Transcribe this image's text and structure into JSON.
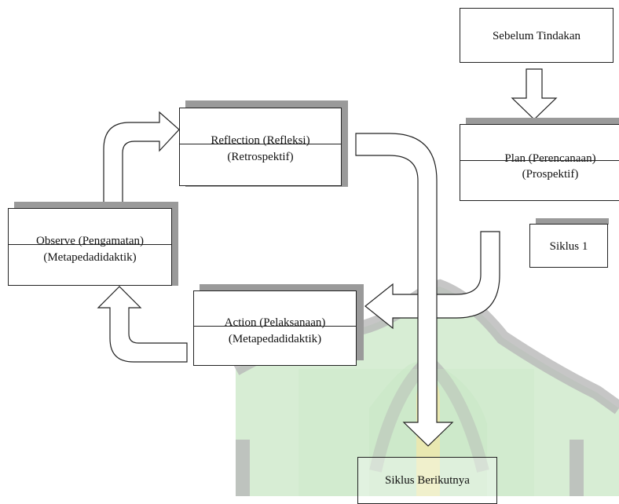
{
  "boxes": {
    "sebelum": {
      "label": "Sebelum Tindakan"
    },
    "plan": {
      "line1": "Plan (Perencanaan)",
      "line2": "(Prospektif)"
    },
    "siklus1": {
      "label": "Siklus 1"
    },
    "reflection": {
      "line1": "Reflection (Refleksi)",
      "line2": "(Retrospektif)"
    },
    "observe": {
      "line1": "Observe (Pengamatan)",
      "line2": "(Metapedadidaktik)"
    },
    "action": {
      "line1": "Action (Pelaksanaan)",
      "line2": "(Metapedadidaktik)"
    },
    "next": {
      "label": "Siklus Berikutnya"
    }
  },
  "colors": {
    "watermark_green": "#c9e7c6",
    "watermark_gray": "#b8b8b8",
    "watermark_yellow": "#fbe9a6",
    "shadow": "#9a9a9a",
    "stroke": "#222222"
  }
}
